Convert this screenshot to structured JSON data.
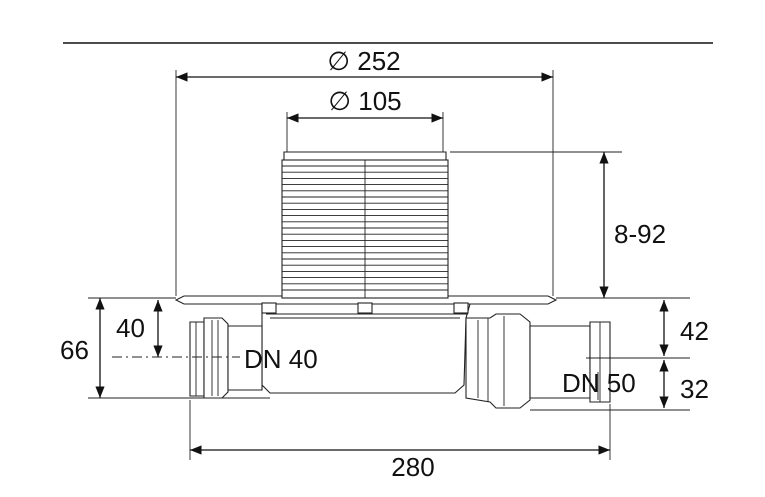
{
  "dimensions": {
    "top_diameter": "∅ 252",
    "inner_diameter": "∅ 105",
    "height_adjust": "8-92",
    "left_height": "66",
    "left_inner": "40",
    "left_pipe": "DN 40",
    "right_upper": "42",
    "right_lower": "32",
    "right_pipe": "DN 50",
    "overall_width": "280"
  }
}
